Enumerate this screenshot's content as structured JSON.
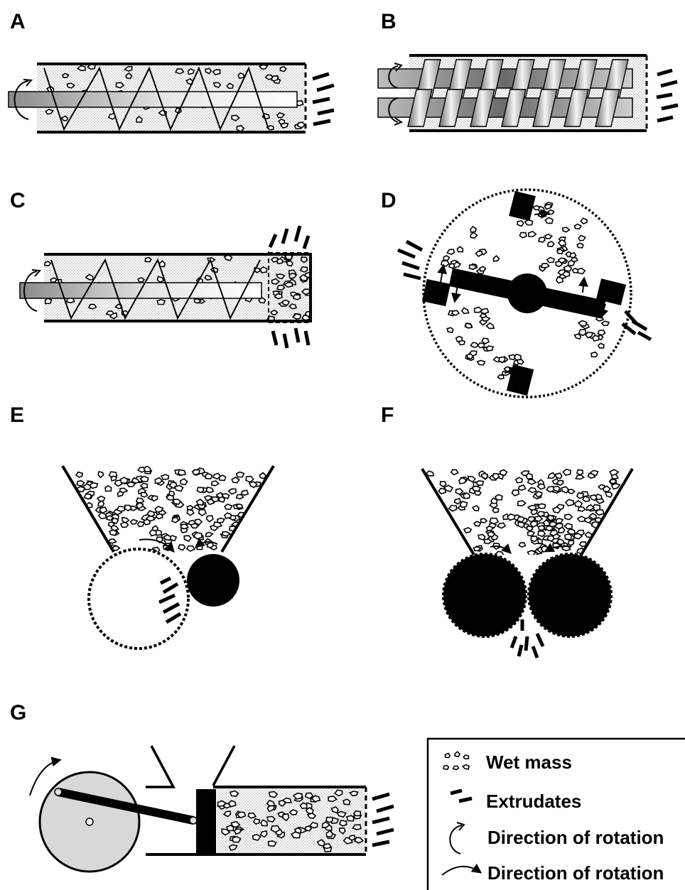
{
  "panels": [
    {
      "id": "a",
      "label": "A"
    },
    {
      "id": "b",
      "label": "B"
    },
    {
      "id": "c",
      "label": "C"
    },
    {
      "id": "d",
      "label": "D"
    },
    {
      "id": "e",
      "label": "E"
    },
    {
      "id": "f",
      "label": "F"
    },
    {
      "id": "g",
      "label": "G"
    }
  ],
  "legend": {
    "items": [
      {
        "symbol": "wet-mass-icon",
        "label": "Wet mass"
      },
      {
        "symbol": "extrudates-icon",
        "label": "Extrudates"
      },
      {
        "symbol": "rotation-axial-icon",
        "label": "Direction of rotation"
      },
      {
        "symbol": "rotation-arc-icon",
        "label": "Direction of rotation"
      }
    ]
  },
  "colors": {
    "stroke": "#000000",
    "solid": "#000000",
    "dotted_fill": "#e2e2e2",
    "crank_wheel": "#d8d8d8",
    "shaft_light": "#f5f5f5",
    "shaft_dark": "#8a8a8a"
  }
}
